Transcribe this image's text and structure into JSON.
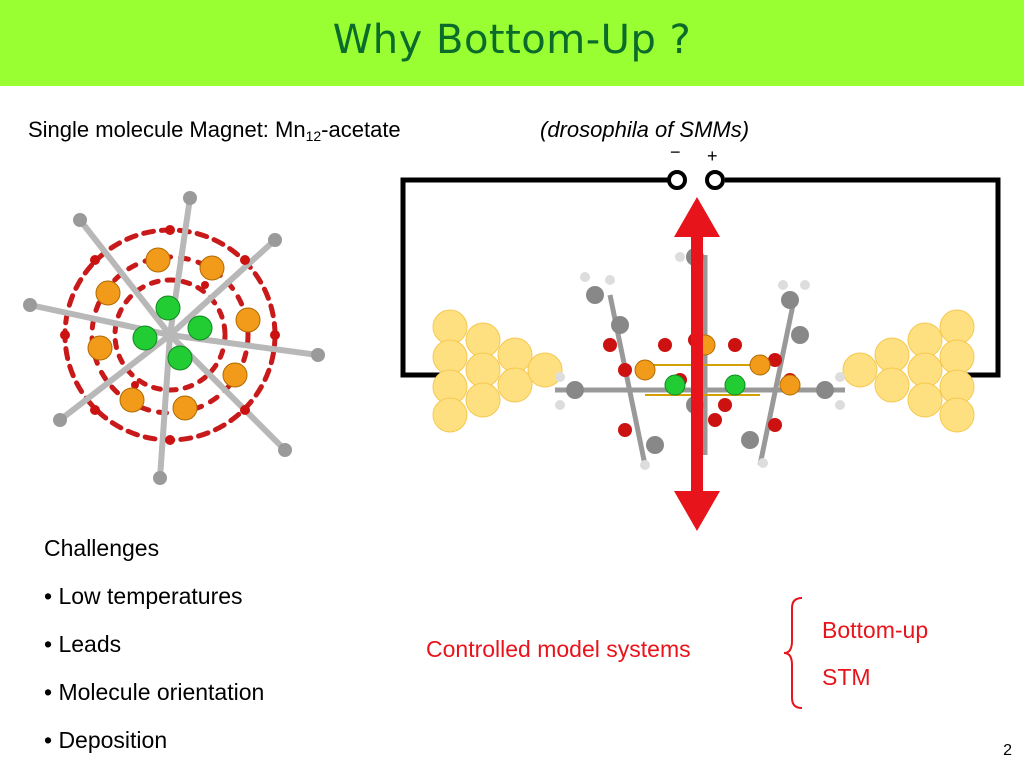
{
  "slide": {
    "title": "Why Bottom-Up ?",
    "subtitle_main": "Single molecule Magnet: Mn",
    "subtitle_sub": "12",
    "subtitle_tail": "-acetate",
    "nickname": "(drosophila of SMMs)",
    "circuit": {
      "minus": "−",
      "plus": "+"
    },
    "challenges": {
      "heading": "Challenges",
      "items": [
        "• Low temperatures",
        "• Leads",
        "• Molecule orientation",
        "• Deposition"
      ]
    },
    "conclusion": {
      "label": "Controlled model systems",
      "options": [
        "Bottom-up",
        "STM"
      ]
    },
    "page_number": "2",
    "colors": {
      "title_bg": "#99ff33",
      "title_text": "#0a6b2a",
      "accent_red": "#e8141c",
      "mn_orange": "#f29a1a",
      "mn_green": "#22cc33",
      "oxygen_red": "#cc1111",
      "electrode_gold": "#ffe080"
    }
  }
}
